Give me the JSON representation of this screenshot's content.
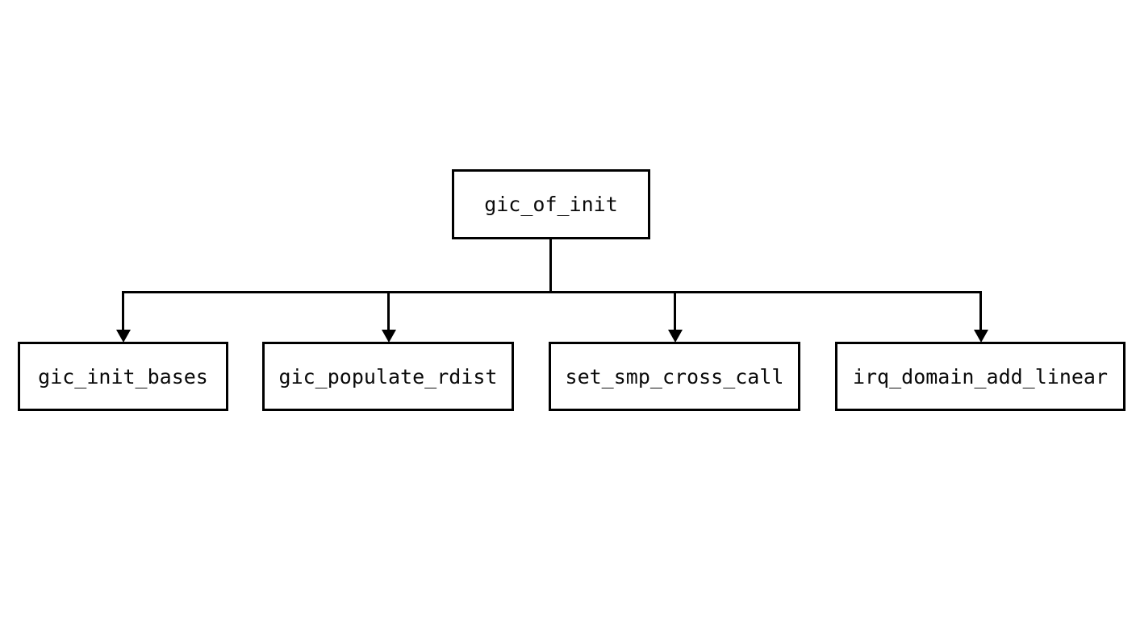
{
  "diagram": {
    "type": "call-graph-tree",
    "root": {
      "label": "gic_of_init"
    },
    "children": [
      {
        "label": "gic_init_bases"
      },
      {
        "label": "gic_populate_rdist"
      },
      {
        "label": "set_smp_cross_call"
      },
      {
        "label": "irq_domain_add_linear"
      }
    ],
    "colors": {
      "line": "#000000",
      "text": "#0a0a0a",
      "background": "#ffffff"
    }
  }
}
